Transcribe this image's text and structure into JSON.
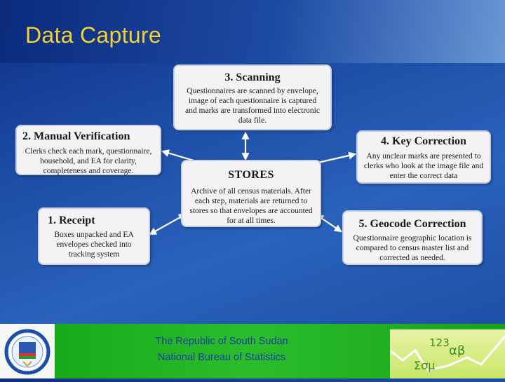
{
  "title": "Data Capture",
  "boxes": {
    "scanning": {
      "heading": "3. Scanning",
      "body": "Questionnaires are scanned by envelope, image of each questionnaire is captured and marks are transformed into electronic data file."
    },
    "manual_verification": {
      "heading": "2. Manual Verification",
      "body": "Clerks check each mark, questionnaire, household, and EA for clarity, completeness and coverage."
    },
    "receipt": {
      "heading": "1. Receipt",
      "body": "Boxes unpacked and EA envelopes checked into tracking system"
    },
    "stores": {
      "heading": "STORES",
      "body": "Archive of all census materials. After each step, materials are returned to stores so that envelopes are accounted for at all times."
    },
    "key_correction": {
      "heading": "4. Key Correction",
      "body": "Any unclear marks are presented to clerks who look at the image file and enter the correct data"
    },
    "geocode_correction": {
      "heading": "5. Geocode Correction",
      "body": "Questionnaire geographic location is compared to census master list and corrected as needed."
    }
  },
  "footer": {
    "line1": "The Republic of South Sudan",
    "line2": "National Bureau of Statistics",
    "logo_icon": "nbs-seal-icon",
    "math_panel": {
      "numbers": "123",
      "greek_top": "αβ",
      "greek_bottom": "Σσμ"
    }
  },
  "colors": {
    "title": "#f2d230",
    "background": "#1e4fa8",
    "box_fill": "#f3f3f5",
    "arrow": "#ffffff",
    "footer_green": "#22b422",
    "footer_text": "#1a3da0"
  }
}
